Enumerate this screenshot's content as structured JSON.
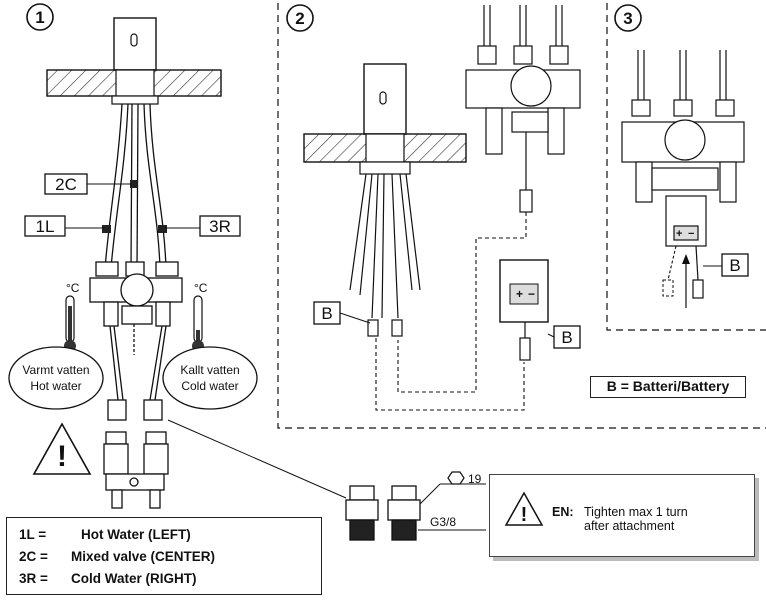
{
  "steps": {
    "one": "1",
    "two": "2",
    "three": "3"
  },
  "labels": {
    "c2": "2C",
    "l1": "1L",
    "r3": "3R",
    "b": "B",
    "deg_c": "°C"
  },
  "bubbles": {
    "hot_line1": "Varmt vatten",
    "hot_line2": "Hot water",
    "cold_line1": "Kallt vatten",
    "cold_line2": "Cold water"
  },
  "fittings": {
    "wrench_size": "19",
    "thread": "G3/8"
  },
  "battery_legend": "B = Batteri/Battery",
  "warning": {
    "en_prefix": "EN:",
    "line1": "Tighten max 1 turn",
    "line2": "after attachment"
  },
  "legend": [
    {
      "key": "1L =",
      "value": "Hot Water (LEFT)"
    },
    {
      "key": "2C =",
      "value": "Mixed valve (CENTER)"
    },
    {
      "key": "3R =",
      "value": "Cold Water (RIGHT)"
    }
  ]
}
